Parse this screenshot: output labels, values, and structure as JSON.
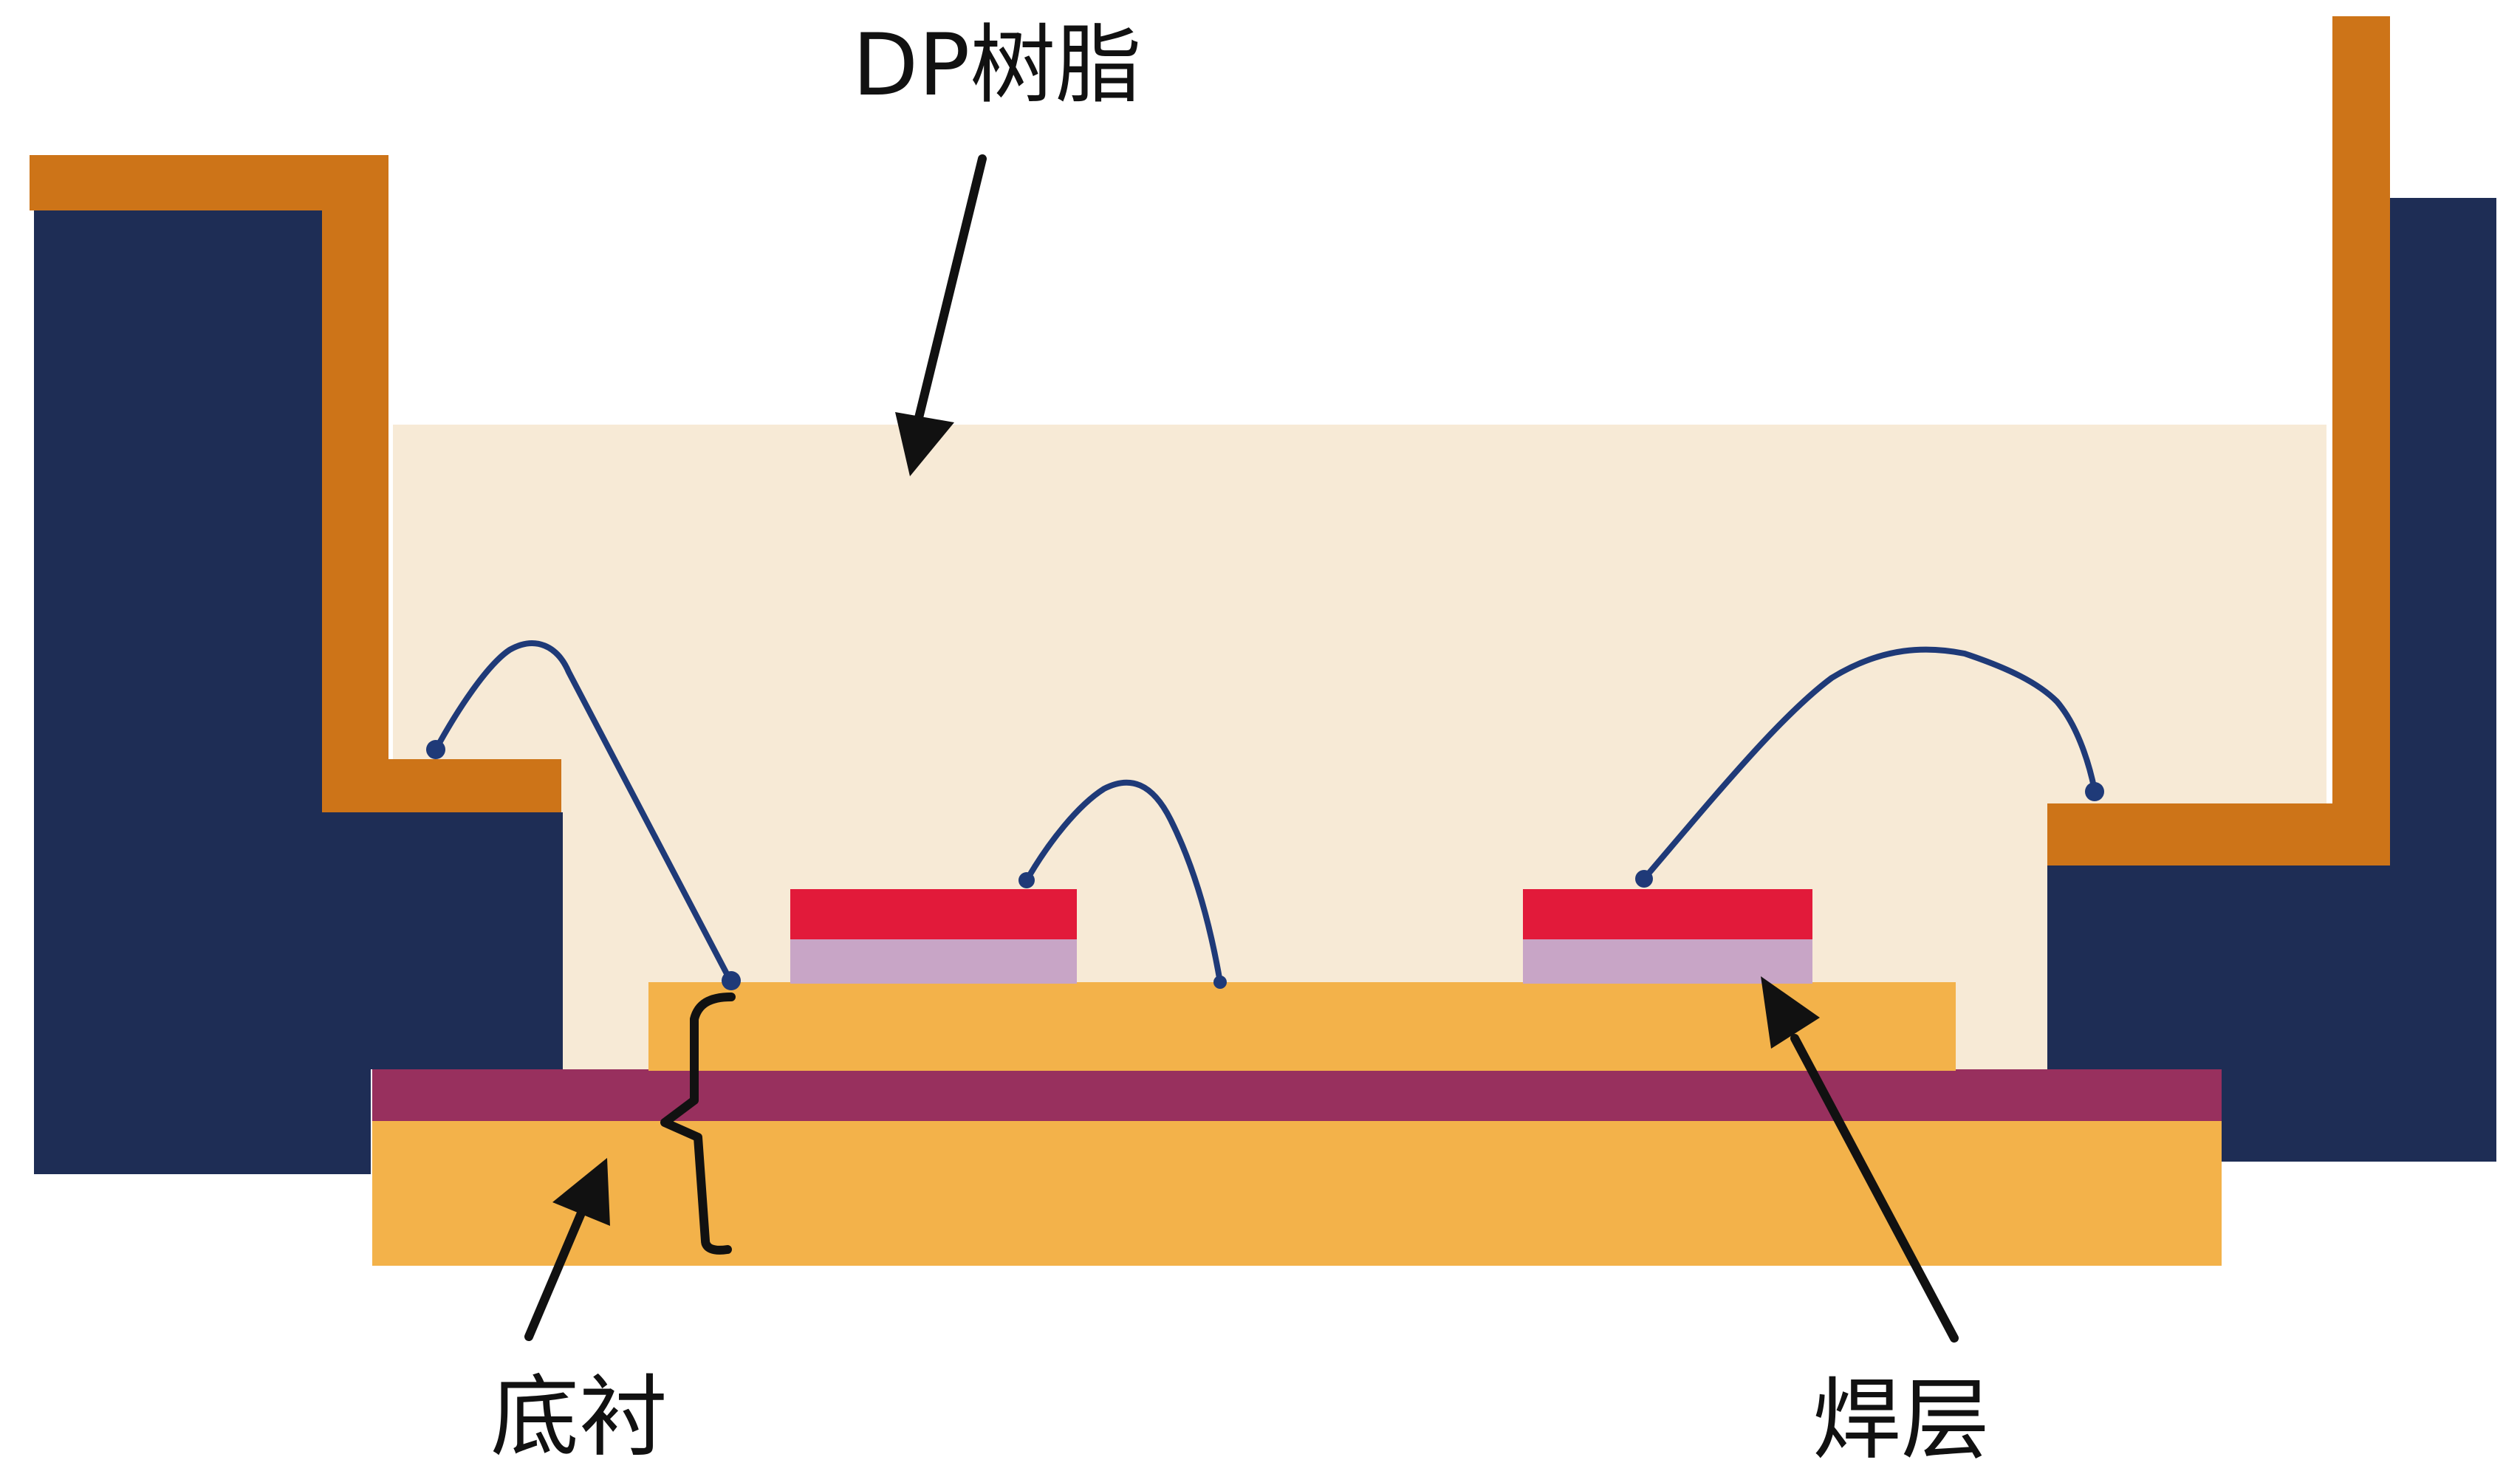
{
  "labels": {
    "resin": "DP树脂",
    "substrate": "底衬",
    "solder": "焊层"
  },
  "colors": {
    "background": "#ffffff",
    "resin_fill": "#f7ead6",
    "housing": "#1e2d55",
    "lead_frame": "#cd7418",
    "substrate_base": "#f3b24a",
    "substrate_top_layer": "#98305e",
    "chip_top": "#e21a3a",
    "solder_layer": "#c8a5c6",
    "bond_wire": "#1f3a78",
    "arrow": "#111111"
  }
}
